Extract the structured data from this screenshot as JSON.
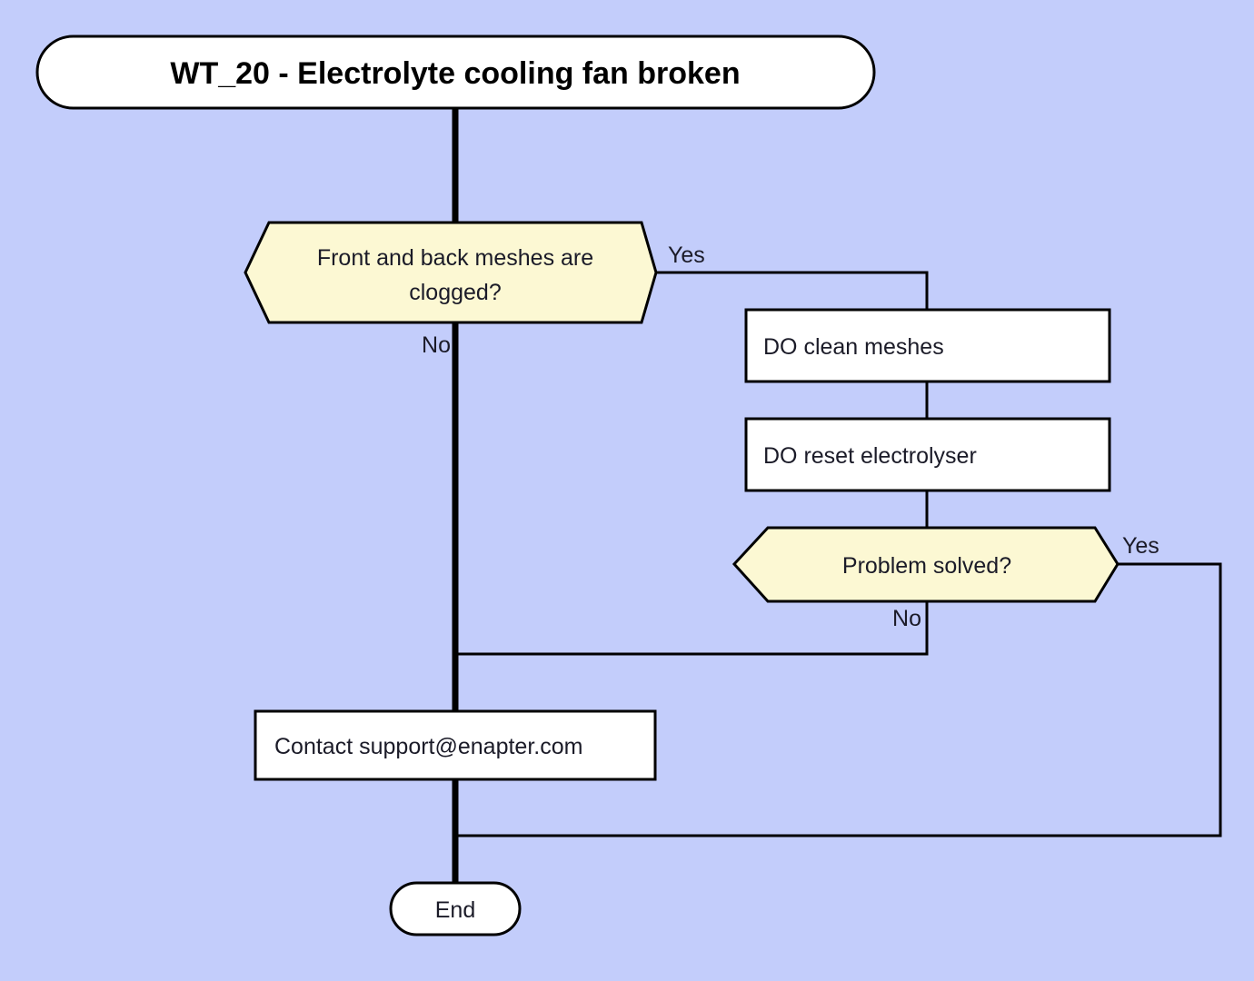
{
  "diagram": {
    "type": "flowchart",
    "background_color": "#c3cdfb",
    "title": "WT_20 - Electrolyte cooling fan broken",
    "nodes": [
      {
        "id": "start",
        "shape": "terminator",
        "label": "WT_20 - Electrolyte cooling fan broken",
        "fill": "#ffffff"
      },
      {
        "id": "meshes_clogged",
        "shape": "decision",
        "line1": "Front and back meshes are",
        "line2": "clogged?",
        "fill": "#fcf8d3"
      },
      {
        "id": "clean_meshes",
        "shape": "process",
        "label": "DO clean meshes",
        "fill": "#ffffff"
      },
      {
        "id": "reset_electrolyser",
        "shape": "process",
        "label": "DO reset electrolyser",
        "fill": "#ffffff"
      },
      {
        "id": "problem_solved",
        "shape": "decision",
        "label": "Problem solved?",
        "fill": "#fcf8d3"
      },
      {
        "id": "contact_support",
        "shape": "process",
        "label": "Contact support@enapter.com",
        "fill": "#ffffff"
      },
      {
        "id": "end",
        "shape": "terminator",
        "label": "End",
        "fill": "#ffffff"
      }
    ],
    "edge_labels": {
      "meshes_yes": "Yes",
      "meshes_no": "No",
      "solved_yes": "Yes",
      "solved_no": "No"
    }
  }
}
